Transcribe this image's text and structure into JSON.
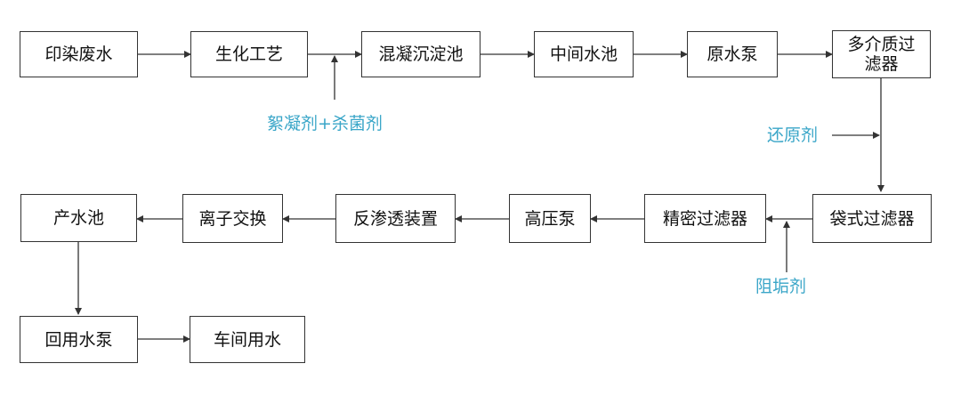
{
  "diagram": {
    "nodes": {
      "n1": "印染废水",
      "n2": "生化工艺",
      "n3": "混凝沉淀池",
      "n4": "中间水池",
      "n5": "原水泵",
      "n6": "多介质过滤器",
      "n7": "袋式过滤器",
      "n8": "精密过滤器",
      "n9": "高压泵",
      "n10": "反渗透装置",
      "n11": "离子交换",
      "n12": "产水池",
      "n13": "回用水泵",
      "n14": "车间用水"
    },
    "reagents": {
      "flocculant": "絮凝剂+杀菌剂",
      "reducer": "还原剂",
      "antiscalant": "阻垢剂"
    },
    "colors": {
      "reagent_text": "#3aa6c8",
      "line": "#333333"
    }
  }
}
